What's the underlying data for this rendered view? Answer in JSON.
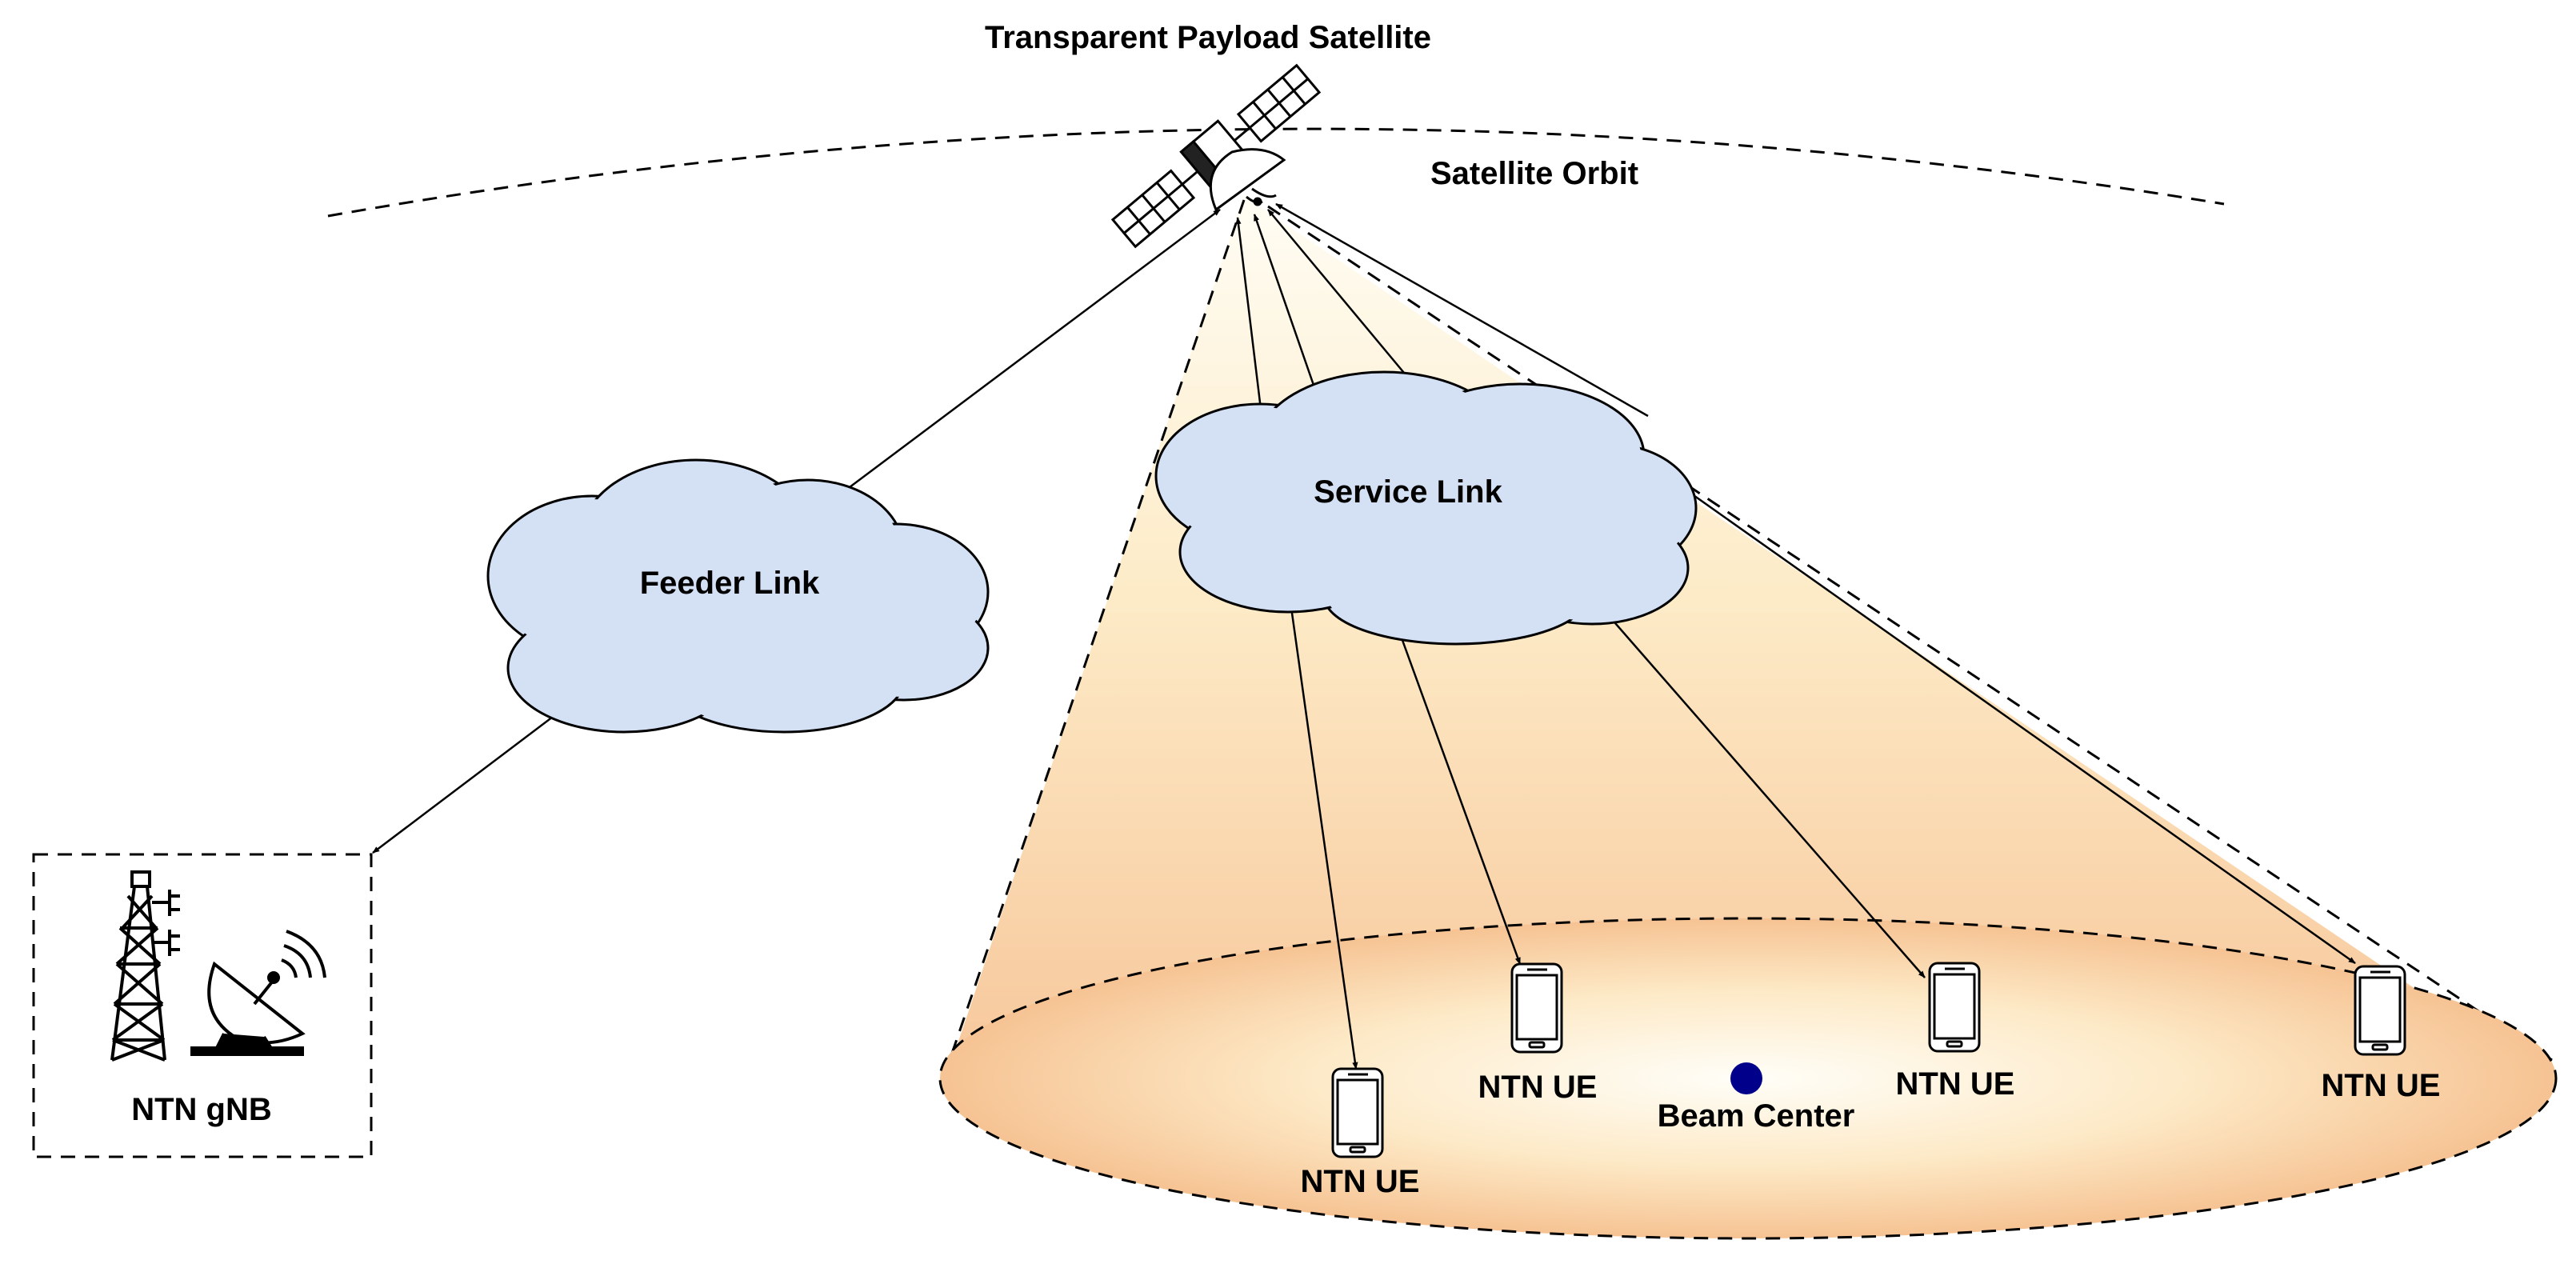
{
  "satellite": {
    "title": "Transparent Payload Satellite",
    "orbit_label": "Satellite Orbit",
    "icon": "satellite-icon"
  },
  "clouds": {
    "feeder": "Feeder Link",
    "service": "Service Link",
    "color": "#d4e1f5"
  },
  "gnb": {
    "label": "NTN gNB",
    "icons": [
      "cell-tower-icon",
      "satellite-dish-icon"
    ]
  },
  "ues": [
    {
      "label": "NTN UE"
    },
    {
      "label": "NTN UE"
    },
    {
      "label": "NTN UE"
    },
    {
      "label": "NTN UE"
    }
  ],
  "beam": {
    "label": "Beam Center",
    "dot_color": "#00008b",
    "cone_color": "#f9cfa0"
  }
}
